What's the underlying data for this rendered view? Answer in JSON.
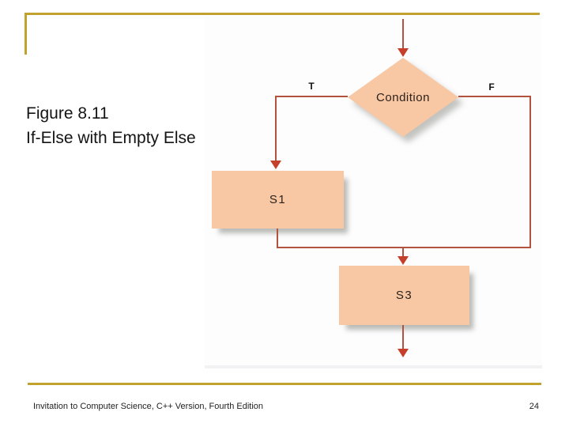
{
  "slide": {
    "title": {
      "line1": "Figure 8.11",
      "line2": "If-Else with Empty Else"
    },
    "footer": {
      "text": "Invitation to Computer Science, C++ Version, Fourth Edition",
      "page_number": "24"
    }
  },
  "flowchart": {
    "condition_label": "Condition",
    "true_branch_label": "T",
    "false_branch_label": "F",
    "s1_label": "S1",
    "s3_label": "S3"
  },
  "colors": {
    "gold": "#c2a22e",
    "connector": "#b25340",
    "arrowhead": "#c5402b",
    "node_fill": "#f7c8a3",
    "node_text": "#2e211b",
    "title_text": "#141414"
  }
}
